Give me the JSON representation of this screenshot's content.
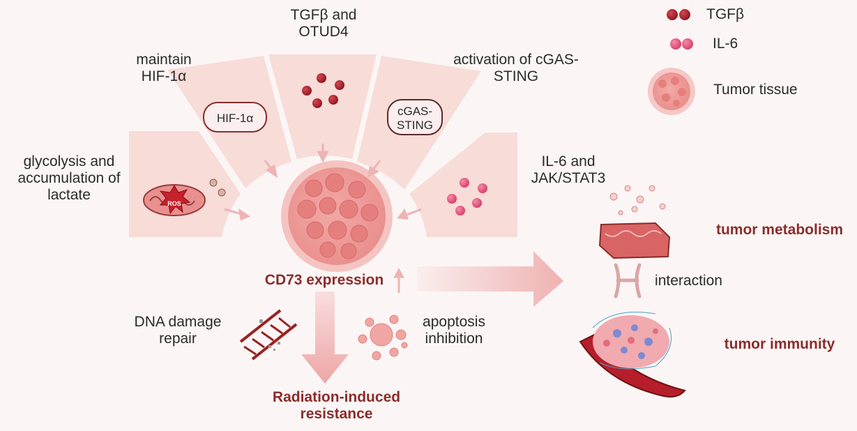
{
  "labels": {
    "glycolysis": [
      "glycolysis and",
      "accumulation of",
      "lactate"
    ],
    "hif": [
      "maintain",
      "HIF-1α"
    ],
    "tgf": [
      "TGFβ and",
      "OTUD4"
    ],
    "cgas": [
      "activation of  cGAS-",
      "STING"
    ],
    "il6": [
      "IL-6 and",
      "JAK/STAT3"
    ],
    "dna": [
      "DNA damage",
      "repair"
    ],
    "apoptosis": [
      "apoptosis",
      "inhibition"
    ],
    "interaction": "interaction",
    "cd73": "CD73 expression",
    "radiation": [
      "Radiation-induced",
      "resistance"
    ],
    "tumor_metabolism": "tumor metabolism",
    "tumor_immunity": "tumor immunity"
  },
  "pills": {
    "hif": "HIF-1α",
    "cgas": [
      "cGAS-",
      "STING"
    ],
    "ros": "ROS"
  },
  "legend": [
    {
      "label": "TGFβ",
      "icon": "tgfb-molecule-icon"
    },
    {
      "label": "IL-6",
      "icon": "il6-molecule-icon"
    },
    {
      "label": "Tumor tissue",
      "icon": "tumor-tissue-icon"
    }
  ],
  "colors": {
    "background": "#fbf6f5",
    "sector": "#f7dcd8",
    "accent_red": "#8b2c2c",
    "tgfb": "#a51f2a",
    "il6": "#e8517a",
    "arrow": "#eeb3b3"
  }
}
